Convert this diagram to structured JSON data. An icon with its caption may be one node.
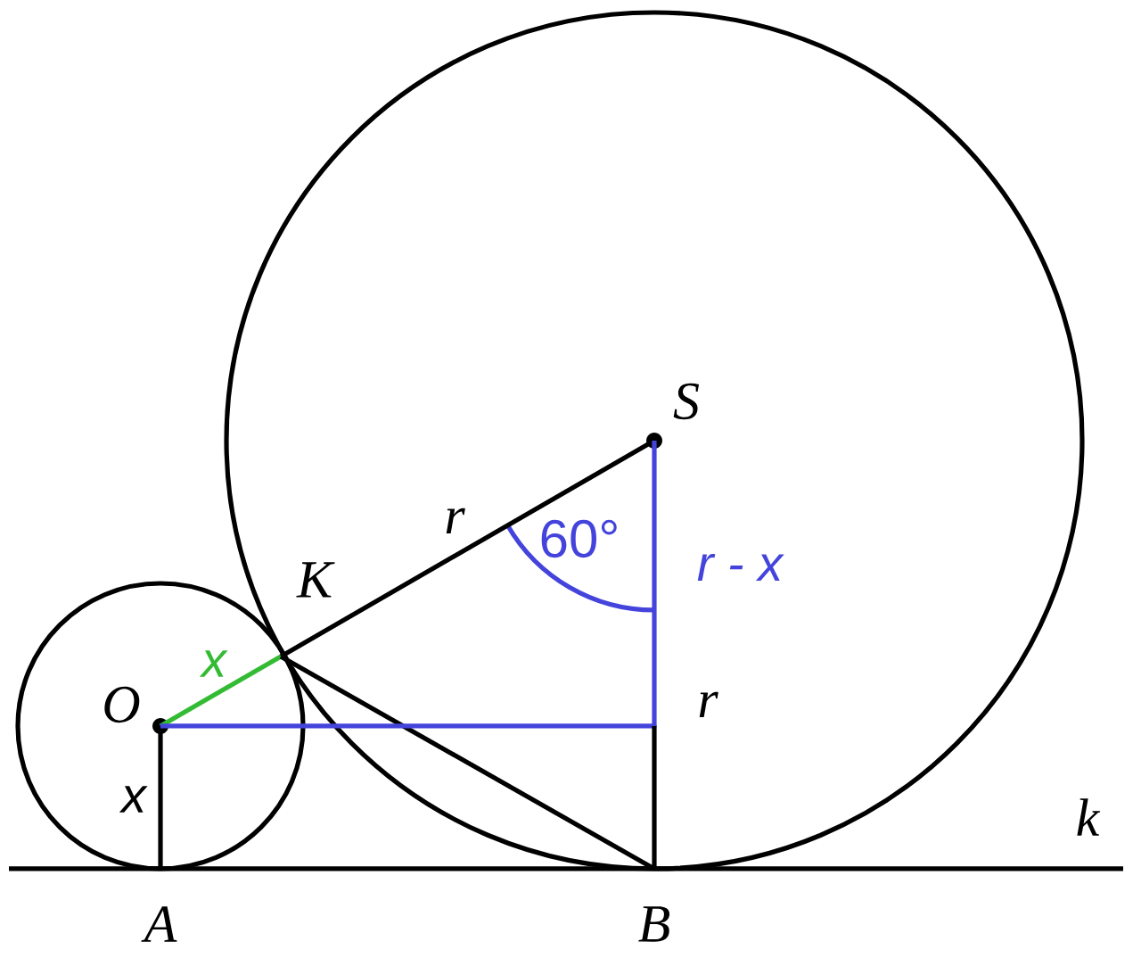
{
  "diagram": {
    "nodes": [
      {
        "text": [
          "O"
        ]
      },
      {
        "text": [
          "K"
        ]
      },
      {
        "text": [
          "S"
        ]
      },
      {
        "text": [
          "A"
        ]
      },
      {
        "text": [
          "B"
        ]
      },
      {
        "text": [],
        "shape": "point"
      }
    ],
    "edges": [
      {
        "from": 0,
        "to": 3,
        "arrow": "none",
        "label": "x"
      },
      {
        "from": 0,
        "to": 1,
        "arrow": "none",
        "label": "x",
        "color": "#33bb33"
      },
      {
        "from": 1,
        "to": 2,
        "arrow": "none",
        "label": "r"
      },
      {
        "from": 1,
        "to": 4,
        "arrow": "none"
      },
      {
        "from": 0,
        "to": 5,
        "arrow": "none",
        "color": "#4444dd"
      },
      {
        "from": 2,
        "to": 5,
        "arrow": "none",
        "label": "r - x",
        "color": "#4444dd"
      },
      {
        "from": 5,
        "to": 4,
        "arrow": "none",
        "label": "r"
      }
    ],
    "labels": [
      "60°",
      "k"
    ]
  }
}
